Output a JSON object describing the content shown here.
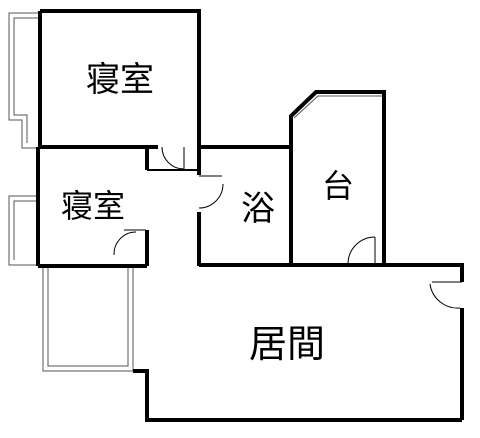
{
  "floor_plan": {
    "rooms": [
      {
        "id": "bedroom-1",
        "label": "寝室"
      },
      {
        "id": "bedroom-2",
        "label": "寝室"
      },
      {
        "id": "bath",
        "label": "浴"
      },
      {
        "id": "kitchen",
        "label": "台"
      },
      {
        "id": "living",
        "label": "居間"
      }
    ],
    "colors": {
      "wall": "#000000",
      "background": "#ffffff",
      "thin_line": "#555555"
    }
  }
}
